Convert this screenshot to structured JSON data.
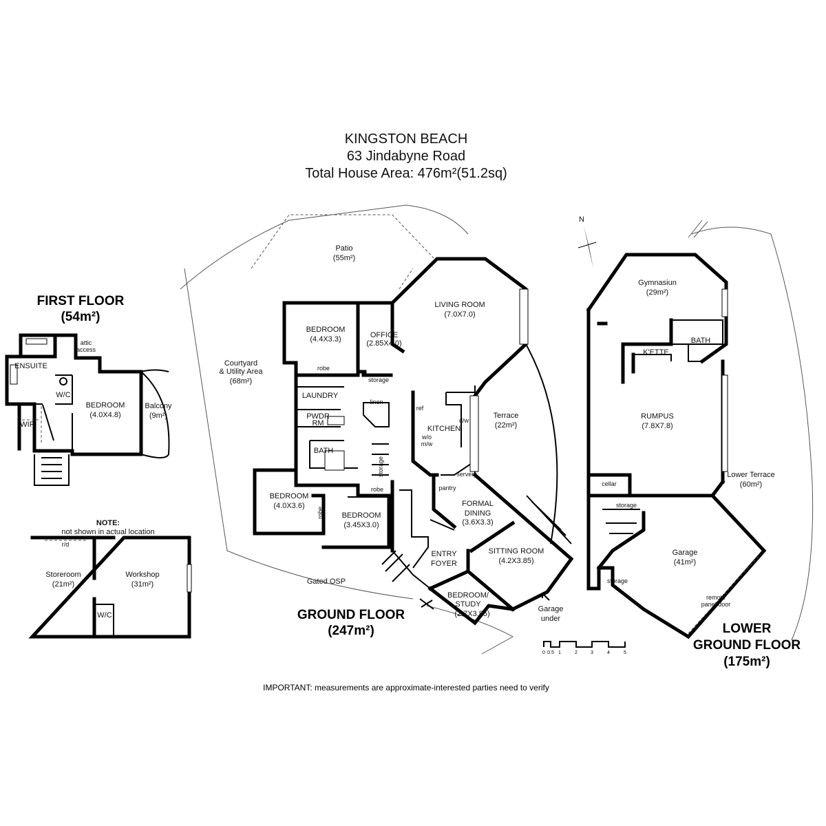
{
  "header": {
    "line1": "KINGSTON BEACH",
    "line2": "63  Jindabyne Road",
    "line3": "Total House Area: 476m²(51.2sq)"
  },
  "first_floor": {
    "title": "FIRST FLOOR",
    "area": "(54m²)",
    "rooms": {
      "ensuite": "ENSUITE",
      "attic": "attic",
      "attic2": "access",
      "wc": "W/C",
      "bedroom": "BEDROOM",
      "bedroom_dim": "(4.0X4.8)",
      "wir": "WIR",
      "balcony": "Balcony",
      "balcony_area": "(9m²)"
    }
  },
  "note_block": {
    "note_title": "NOTE:",
    "note_text": "not shown in actual location",
    "rd": "r/d",
    "storeroom": "Storeroom",
    "storeroom_area": "(21m²)",
    "workshop": "Workshop",
    "workshop_area": "(31m²)",
    "wc": "W/C"
  },
  "ground_floor": {
    "title": "GROUND FLOOR",
    "area": "(247m²)",
    "rooms": {
      "patio": "Patio",
      "patio_area": "(55m²)",
      "courtyard": "Courtyard",
      "courtyard2": "& Utility Area",
      "courtyard_area": "(68m²)",
      "bedroom1": "BEDROOM",
      "bedroom1_dim": "(4.4X3.3)",
      "office": "OFFICE",
      "office_dim": "(2.85X4.0)",
      "living": "LIVING ROOM",
      "living_dim": "(7.0X7.0)",
      "robe1": "robe",
      "storage1": "storage",
      "laundry": "LAUNDRY",
      "linen": "linen",
      "pwdr": "PWDR",
      "rm": "RM",
      "ref": "ref",
      "kitchen": "KITCHEN",
      "dw": "d/w",
      "wo": "w/o",
      "mw": "m/w",
      "terrace": "Terrace",
      "terrace_area": "(22m²)",
      "bath": "BATH",
      "storage2": "storage",
      "pantry": "pantry",
      "servery": "servery",
      "bedroom2": "BEDROOM",
      "bedroom2_dim": "(4.0X3.6)",
      "robe2": "robe",
      "robe3": "robe",
      "bedroom3": "BEDROOM",
      "bedroom3_dim": "(3.45X3.0)",
      "formal": "FORMAL",
      "dining": "DINING",
      "dining_dim": "(3.6X3.3)",
      "entry": "ENTRY",
      "foyer": "FOYER",
      "sitting": "SITTING ROOM",
      "sitting_dim": "(4.2X3.85)",
      "bedstudy": "BEDROOM/",
      "study": "STUDY",
      "study_dim": "(2.7X3.85)",
      "gated": "Gated OSP",
      "garage_under": "Garage",
      "garage_under2": "under"
    }
  },
  "lower_floor": {
    "title1": "LOWER",
    "title2": "GROUND FLOOR",
    "area": "(175m²)",
    "rooms": {
      "gym": "Gymnasiun",
      "gym_area": "(29m²)",
      "bath": "BATH",
      "kette": "K'ETTE",
      "rumpus": "RUMPUS",
      "rumpus_dim": "(7.8X7.8)",
      "cellar": "cellar",
      "lower_terrace": "Lower Terrace",
      "lower_terrace_area": "(60m²)",
      "storage1": "storage",
      "garage": "Garage",
      "garage_area": "(41m²)",
      "storage2": "storage",
      "remote": "remote",
      "panel": "panel door"
    }
  },
  "compass": {
    "label": "N"
  },
  "scale": {
    "ticks": [
      "0",
      "0.5",
      "1",
      "2",
      "3",
      "4",
      "5"
    ]
  },
  "footer": {
    "important": "IMPORTANT: measurements are approximate-interested parties need to verify"
  }
}
